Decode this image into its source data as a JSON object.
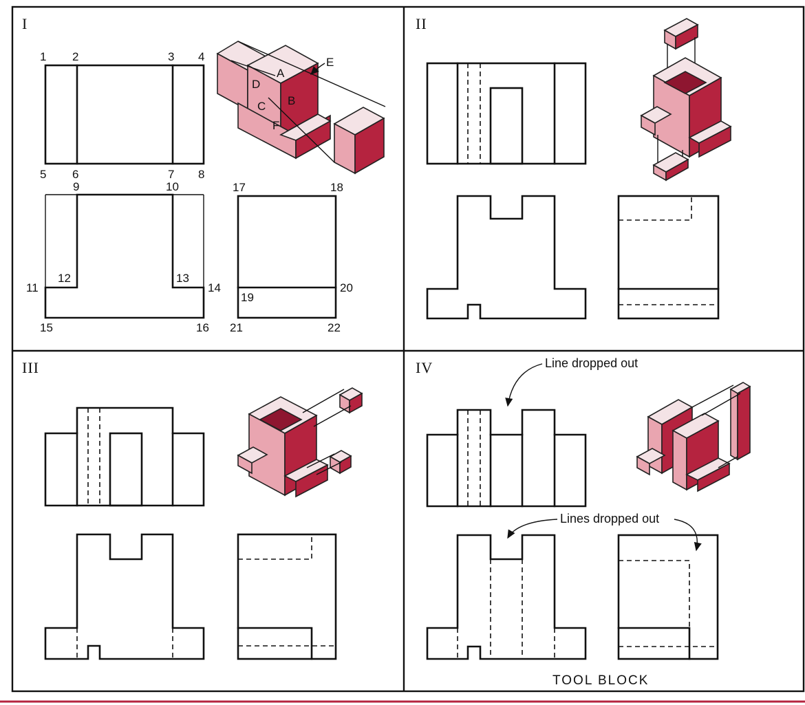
{
  "panels": {
    "p1": {
      "numeral": "I"
    },
    "p2": {
      "numeral": "II"
    },
    "p3": {
      "numeral": "III"
    },
    "p4": {
      "numeral": "IV"
    }
  },
  "point_labels": [
    "1",
    "2",
    "3",
    "4",
    "5",
    "6",
    "7",
    "8",
    "9",
    "10",
    "11",
    "12",
    "13",
    "14",
    "15",
    "16",
    "17",
    "18",
    "19",
    "20",
    "21",
    "22"
  ],
  "face_labels": [
    "A",
    "B",
    "C",
    "D",
    "E",
    "F"
  ],
  "notes": {
    "line_dropped": "Line dropped out",
    "lines_dropped": "Lines dropped out"
  },
  "caption": "TOOL BLOCK",
  "colors": {
    "accent_dark": "#b5233f",
    "accent_light": "#e9a5b0",
    "highlight": "#f4e3e6",
    "ink": "#111111"
  }
}
